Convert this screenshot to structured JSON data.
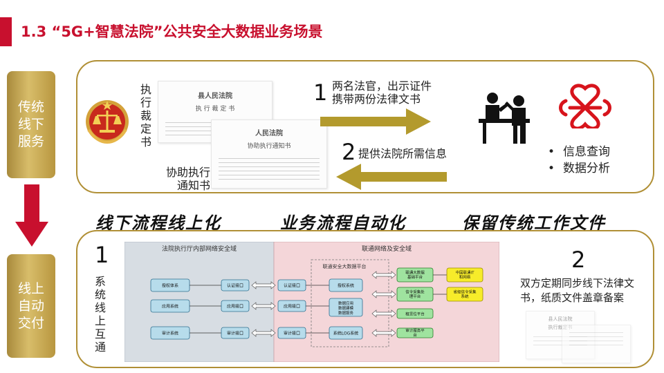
{
  "title": "1.3 “5G+智慧法院”公共安全大数据业务场景",
  "side_top": [
    "传统",
    "线下",
    "服务"
  ],
  "side_bottom": [
    "线上",
    "自动",
    "交付"
  ],
  "top_panel": {
    "vertical_label_1": "执行裁定书",
    "doc_label_2_line1": "协助执行",
    "doc_label_2_line2": "通知书",
    "doc1_court": "县人民法院",
    "doc1_title": "执 行 裁 定 书",
    "doc2_court": "人民法院",
    "doc2_title": "协助执行通知书",
    "step1_num": "1",
    "step1_line1": "两名法官，出示证件",
    "step1_line2": "携带两份法律文书",
    "step2_num": "2",
    "step2_text": "提供法院所需信息",
    "bullets": [
      "信息查询",
      "数据分析"
    ]
  },
  "slogans": [
    "线下流程线上化",
    "业务流程自动化",
    "保留传统工作文件"
  ],
  "bottom_panel": {
    "num1": "1",
    "vertical_label": "系统线上互通",
    "num2": "2",
    "note": "双方定期同步线下法律文书，纸质文件盖章备案",
    "doc_court": "县人民法院",
    "doc_title": "执行裁定书"
  },
  "diagram": {
    "left_domain": "法院执行厅内部网络安全域",
    "right_domain": "联通网络及安全域",
    "platform": "联通安全大数据平台",
    "left_boxes": [
      "授权体系",
      "应用系统",
      "审计系统"
    ],
    "left_ports": [
      "认证接口",
      "应用接口",
      "审计接口"
    ],
    "right_ports": [
      "认证接口",
      "应用接口",
      "审计接口"
    ],
    "platform_boxes": [
      "授权系统",
      "数据应用数据建模数据服务",
      "系统LOG系统"
    ],
    "right_platforms": [
      "联通大数据基础平台",
      "信令采集处理平台",
      "租赁位平台",
      "审计服务平台"
    ],
    "yellow_boxes": [
      "中国联通IT和网络",
      "省级信令采集系统"
    ]
  },
  "colors": {
    "accent_red": "#c8102e",
    "gold": "#b08f35",
    "gold_arrow": "#b39a2d"
  }
}
